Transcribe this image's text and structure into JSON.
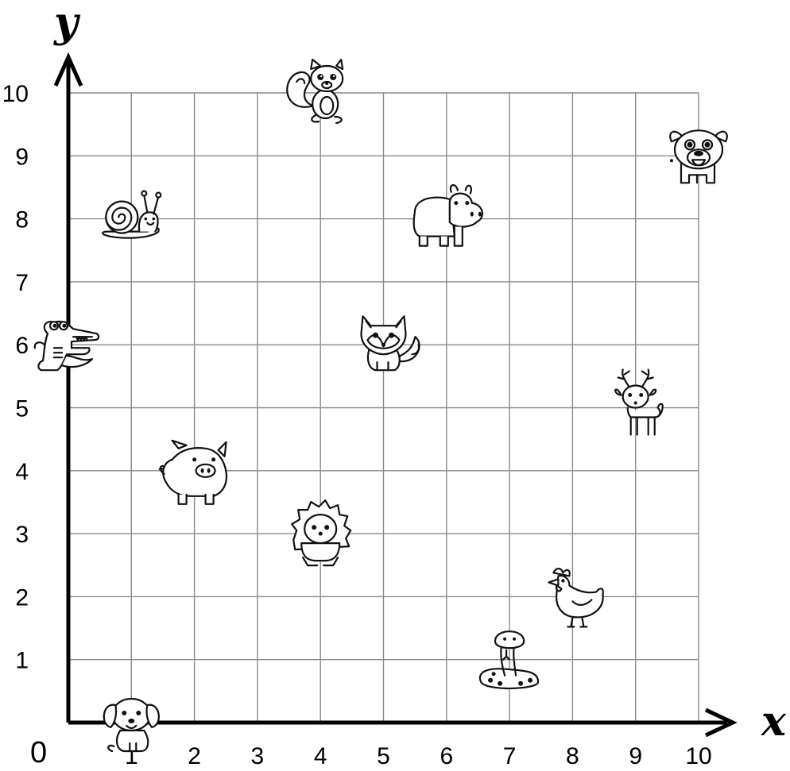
{
  "axes": {
    "x_title": "x",
    "y_title": "y",
    "origin_label": "0",
    "x_ticks": [
      "1",
      "2",
      "3",
      "4",
      "5",
      "6",
      "7",
      "8",
      "9",
      "10"
    ],
    "y_ticks": [
      "1",
      "2",
      "3",
      "4",
      "5",
      "6",
      "7",
      "8",
      "9",
      "10"
    ],
    "range": {
      "x": [
        0,
        10
      ],
      "y": [
        0,
        10
      ]
    },
    "grid": true
  },
  "points": [
    {
      "icon": "squirrel-icon",
      "x": 4,
      "y": 10
    },
    {
      "icon": "pug-icon",
      "x": 10,
      "y": 9
    },
    {
      "icon": "snail-icon",
      "x": 1,
      "y": 8
    },
    {
      "icon": "hippo-icon",
      "x": 6,
      "y": 8
    },
    {
      "icon": "fox-icon",
      "x": 5,
      "y": 6
    },
    {
      "icon": "crocodile-icon",
      "x": 0,
      "y": 6
    },
    {
      "icon": "deer-icon",
      "x": 9,
      "y": 5
    },
    {
      "icon": "pig-icon",
      "x": 2,
      "y": 4
    },
    {
      "icon": "hedgehog-icon",
      "x": 4,
      "y": 3
    },
    {
      "icon": "chicken-icon",
      "x": 8,
      "y": 2
    },
    {
      "icon": "snake-icon",
      "x": 7,
      "y": 1
    },
    {
      "icon": "puppy-icon",
      "x": 1,
      "y": 0
    }
  ]
}
